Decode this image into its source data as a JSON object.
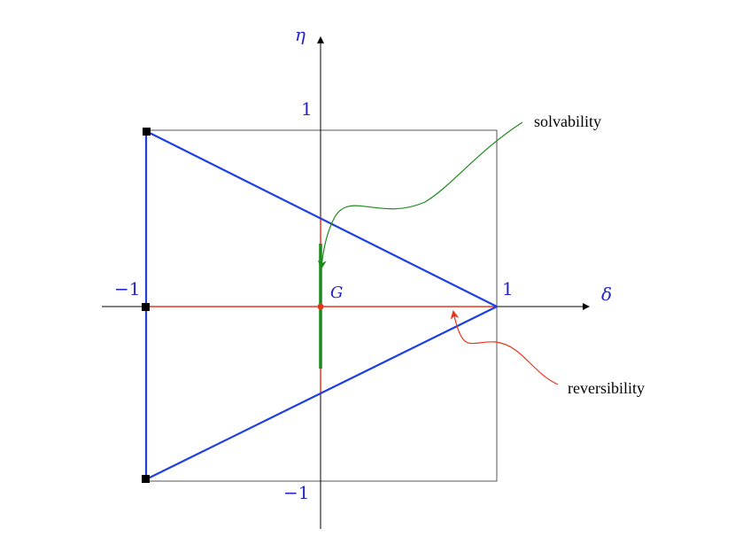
{
  "axes": {
    "x_label": "δ",
    "y_label": "η",
    "x_tick_pos": "1",
    "x_tick_neg": "−1",
    "y_tick_pos": "1",
    "y_tick_neg": "−1"
  },
  "point": {
    "label": "G"
  },
  "annotations": {
    "solvability": "solvability",
    "reversibility": "reversibility"
  },
  "colors": {
    "triangle": "#1f3fe0",
    "square": "#555555",
    "axes": "#000000",
    "reversibility": "#e8361e",
    "solvability": "#1a8a1a",
    "labels": "#2323c8"
  },
  "chart_data": {
    "type": "diagram",
    "xlim": [
      -1,
      1
    ],
    "ylim": [
      -1,
      1
    ],
    "square": [
      [
        -1,
        -1
      ],
      [
        1,
        -1
      ],
      [
        1,
        1
      ],
      [
        -1,
        1
      ]
    ],
    "triangle": [
      [
        -1,
        1
      ],
      [
        1,
        0
      ],
      [
        -1,
        -1
      ]
    ],
    "vertices": [
      [
        -1,
        1
      ],
      [
        -1,
        0
      ],
      [
        -1,
        -1
      ]
    ],
    "point_G": [
      0,
      0
    ],
    "reversibility_segments": [
      [
        [
          -1,
          0
        ],
        [
          1,
          0
        ]
      ],
      [
        [
          0,
          -0.5
        ],
        [
          0,
          0.5
        ]
      ]
    ],
    "solvability_segment": [
      [
        0,
        -0.35
      ],
      [
        0,
        0.35
      ]
    ]
  }
}
